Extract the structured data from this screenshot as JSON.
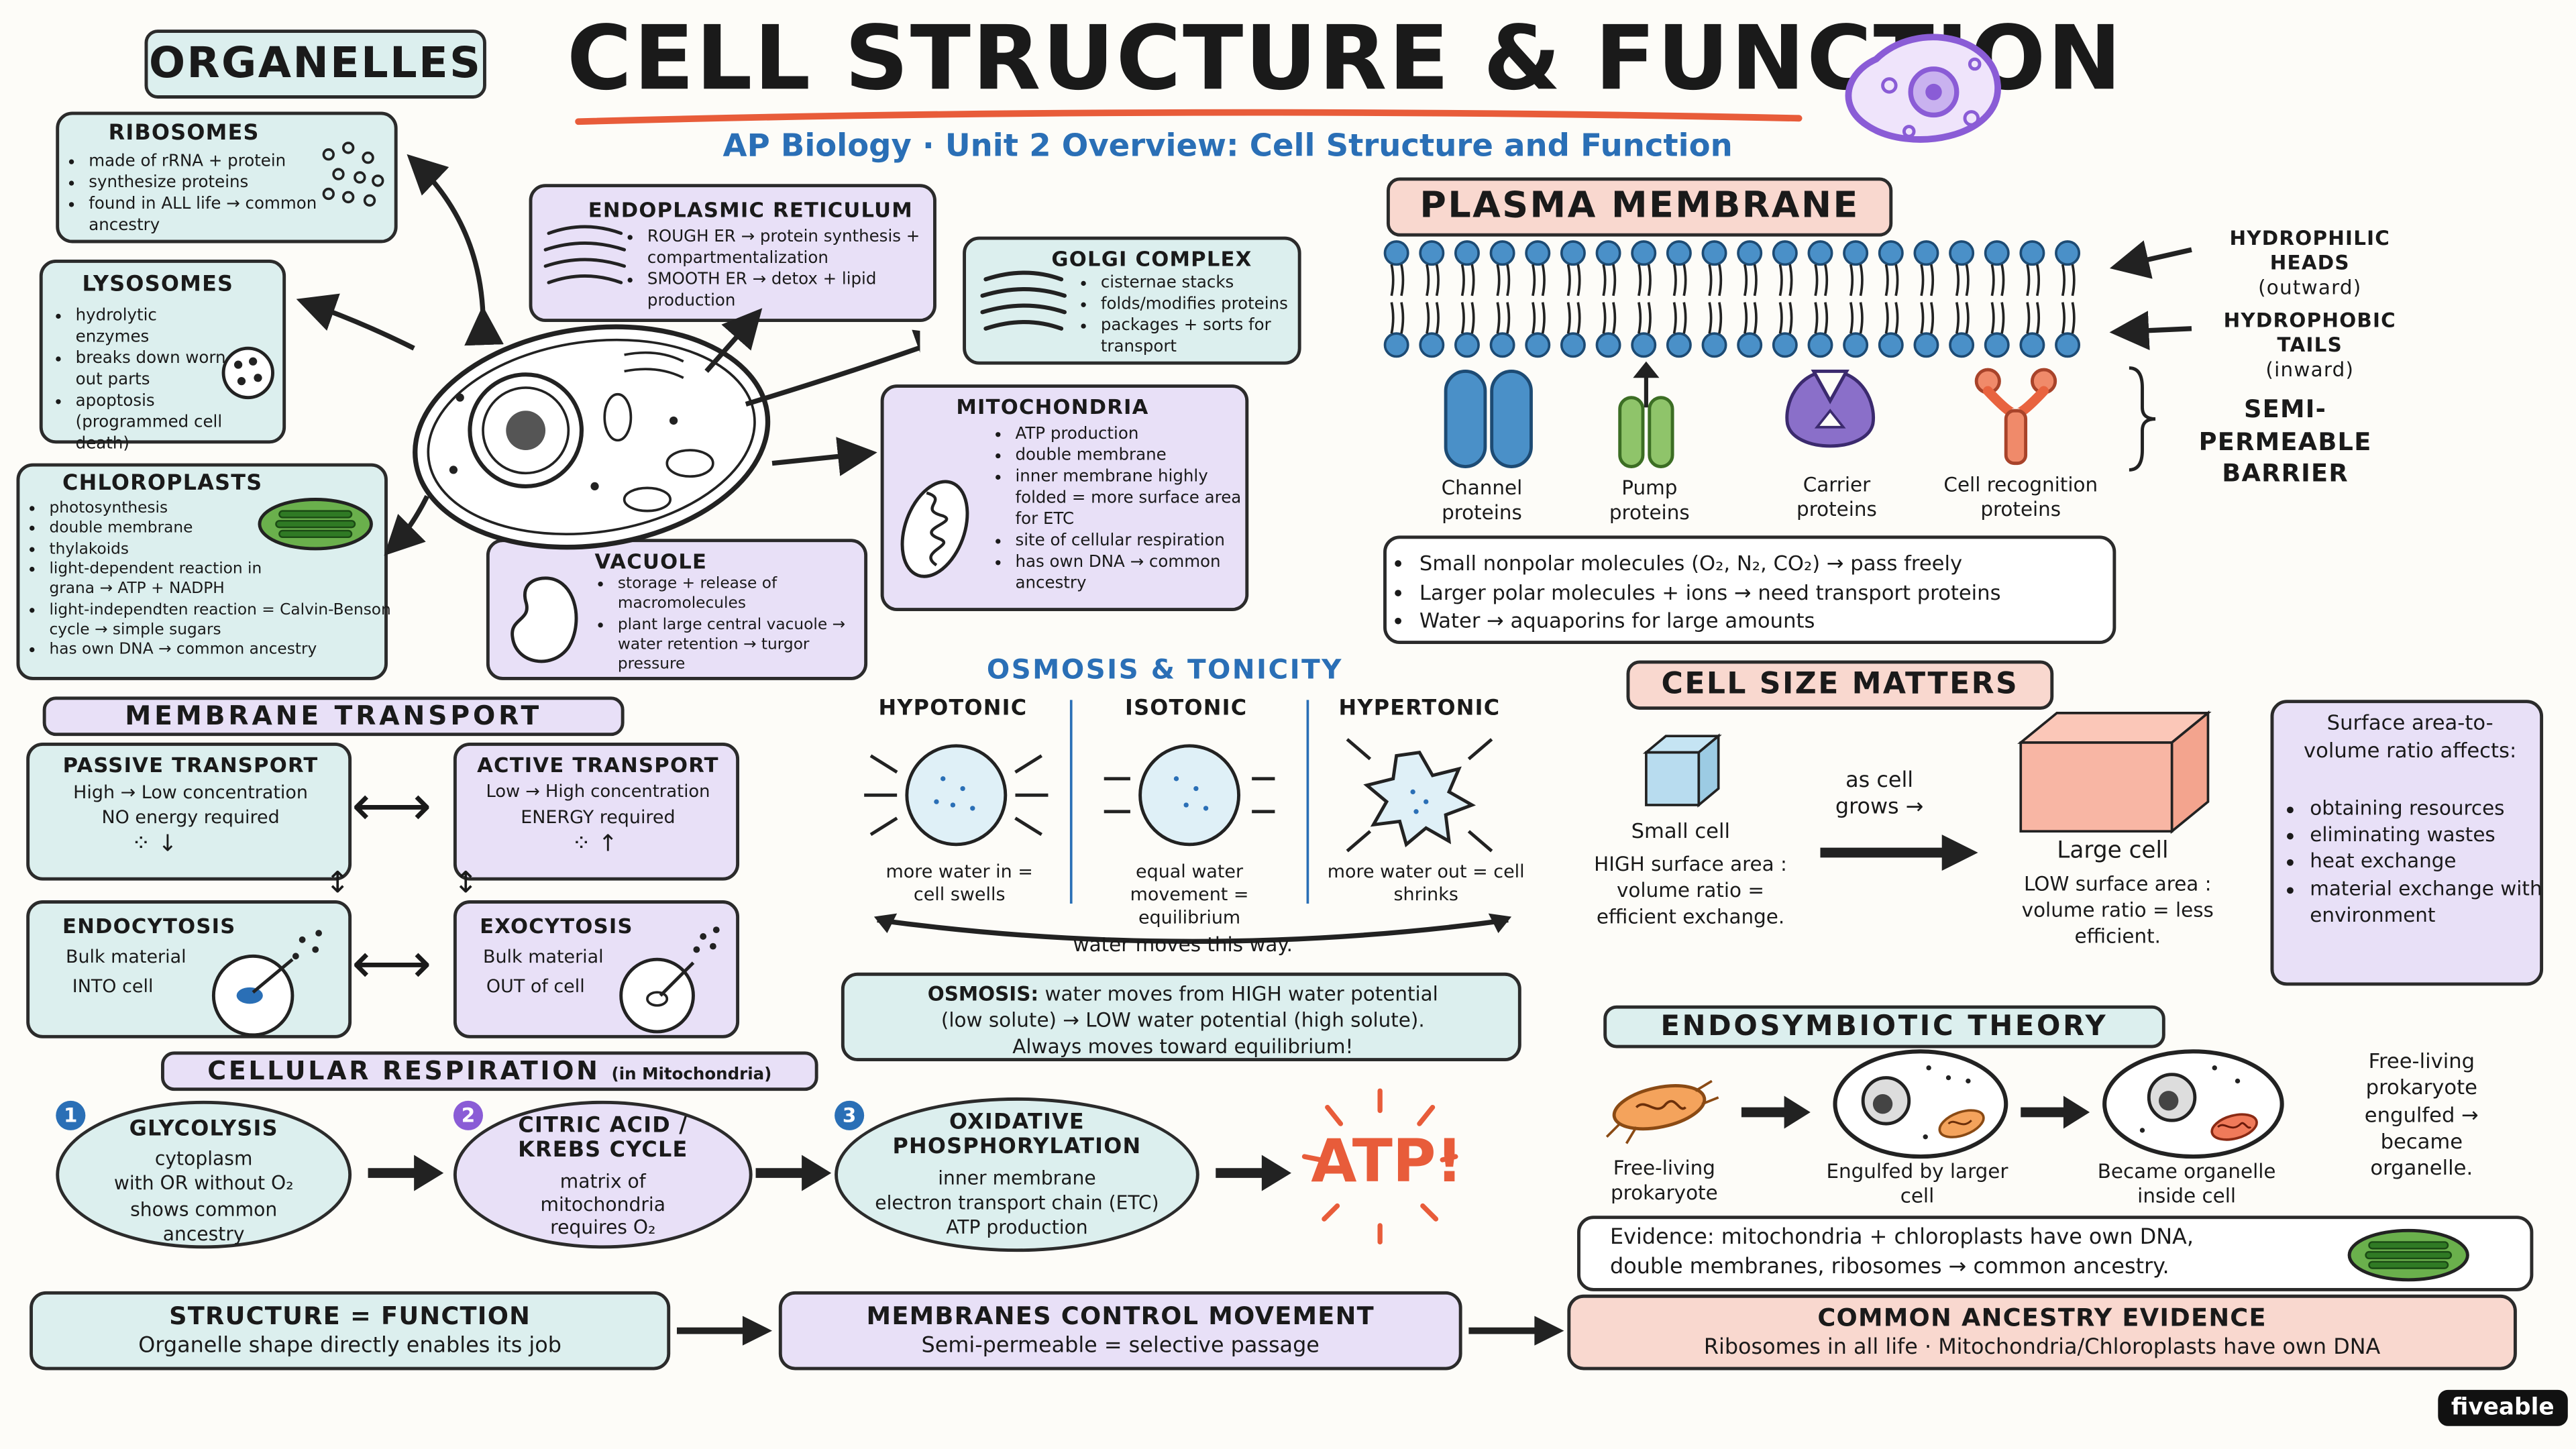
{
  "title": "CELL STRUCTURE & FUNCTION",
  "subtitle": "AP Biology · Unit 2 Overview: Cell Structure and Function",
  "organelles_header": "ORGANELLES",
  "ribosomes": {
    "title": "RIBOSOMES",
    "items": [
      "made of rRNA + protein",
      "synthesize proteins",
      "found in ALL life → common ancestry"
    ]
  },
  "lysosomes": {
    "title": "LYSOSOMES",
    "items": [
      "hydrolytic enzymes",
      "breaks down worn-out parts",
      "apoptosis (programmed cell death)"
    ]
  },
  "chloroplasts": {
    "title": "CHLOROPLASTS",
    "items": [
      "photosynthesis",
      "double membrane",
      "thylakoids",
      "light-dependent reaction in grana → ATP + NADPH",
      "light-independten reaction = Calvin-Benson cycle → simple sugars",
      "has own DNA → common ancestry"
    ]
  },
  "er": {
    "title": "ENDOPLASMIC RETICULUM",
    "items": [
      "ROUGH ER → protein synthesis + compartmentalization",
      "SMOOTH ER → detox + lipid production"
    ]
  },
  "golgi": {
    "title": "GOLGI COMPLEX",
    "items": [
      "cisternae stacks",
      "folds/modifies proteins",
      "packages + sorts for transport"
    ]
  },
  "mito": {
    "title": "MITOCHONDRIA",
    "items": [
      "ATP production",
      "double membrane",
      "inner membrane highly folded = more surface area for ETC",
      "site of cellular respiration",
      "has own DNA → common ancestry"
    ]
  },
  "vacuole": {
    "title": "VACUOLE",
    "items": [
      "storage + release of macromolecules",
      "plant large central vacuole → water retention → turgor pressure"
    ]
  },
  "plasma": {
    "header": "PLASMA MEMBRANE",
    "heads": "HYDROPHILIC HEADS",
    "heads_sub": "(outward)",
    "tails": "HYDROPHOBIC TAILS",
    "tails_sub": "(inward)",
    "barrier_1": "SEMI-PERMEABLE",
    "barrier_2": "BARRIER",
    "proteins": [
      "Channel proteins",
      "Pump proteins",
      "Carrier proteins",
      "Cell recognition proteins"
    ],
    "notes": [
      "Small nonpolar molecules (O₂, N₂, CO₂) → pass freely",
      "Larger polar molecules + ions → need transport proteins",
      "Water → aquaporins for large amounts"
    ]
  },
  "transport": {
    "header": "MEMBRANE TRANSPORT",
    "passive": {
      "title": "PASSIVE TRANSPORT",
      "l1": "High → Low concentration",
      "l2": "NO energy required"
    },
    "active": {
      "title": "ACTIVE TRANSPORT",
      "l1": "Low → High concentration",
      "l2": "ENERGY required"
    },
    "endo": {
      "title": "ENDOCYTOSIS",
      "l1": "Bulk material",
      "l2": "INTO cell"
    },
    "exo": {
      "title": "EXOCYTOSIS",
      "l1": "Bulk material",
      "l2": "OUT of cell"
    }
  },
  "osmosis": {
    "header": "OSMOSIS & TONICITY",
    "hypo": {
      "title": "HYPOTONIC",
      "desc": "more water in = cell swells"
    },
    "iso": {
      "title": "ISOTONIC",
      "desc": "equal water movement = equilibrium"
    },
    "hyper": {
      "title": "HYPERTONIC",
      "desc": "more water out = cell shrinks"
    },
    "arrow_label": "water moves this way.",
    "def_bold": "OSMOSIS:",
    "def_1": " water moves from HIGH water potential",
    "def_2": "(low solute) → LOW water potential (high solute).",
    "def_3": "Always moves toward equilibrium!"
  },
  "cellsize": {
    "header": "CELL SIZE MATTERS",
    "small": "Small cell",
    "small_desc": "HIGH surface area : volume ratio = efficient exchange.",
    "grows": "as cell grows →",
    "large": "Large cell",
    "large_desc": "LOW surface area : volume ratio = less efficient.",
    "ratio_title": "Surface area-to-volume ratio affects:",
    "ratio_items": [
      "obtaining resources",
      "eliminating wastes",
      "heat exchange",
      "material exchange with environment"
    ]
  },
  "respiration": {
    "header": "CELLULAR RESPIRATION",
    "header_sub": "(in Mitochondria)",
    "steps": [
      {
        "n": "1",
        "title": "GLYCOLYSIS",
        "l1": "cytoplasm",
        "l2": "with OR without O₂",
        "l3": "shows common",
        "l4": "ancestry"
      },
      {
        "n": "2",
        "title": "CITRIC ACID /",
        "title2": "KREBS CYCLE",
        "l1": "matrix of",
        "l2": "mitochondria",
        "l3": "requires O₂"
      },
      {
        "n": "3",
        "title": "OXIDATIVE",
        "title2": "PHOSPHORYLATION",
        "l1": "inner membrane",
        "l2": "electron transport chain (ETC)",
        "l3": "ATP production"
      }
    ],
    "atp": "ATP!"
  },
  "endosym": {
    "header": "ENDOSYMBIOTIC THEORY",
    "s1": "Free-living prokaryote",
    "s2": "Engulfed by larger cell",
    "s3": "Became organelle inside cell",
    "side": "Free-living prokaryote engulfed → became organelle.",
    "evidence_1": "Evidence: mitochondria + chloroplasts have own DNA,",
    "evidence_2": "double membranes, ribosomes → common ancestry."
  },
  "bottom": {
    "b1t": "STRUCTURE = FUNCTION",
    "b1s": "Organelle shape directly enables its job",
    "b2t": "MEMBRANES CONTROL MOVEMENT",
    "b2s": "Semi-permeable = selective passage",
    "b3t": "COMMON ANCESTRY EVIDENCE",
    "b3s": "Ribosomes in all life · Mitochondria/Chloroplasts have own DNA"
  },
  "brand": "fiveable",
  "colors": {
    "blue": "#dcefee",
    "lavender": "#e8e0f7",
    "pink": "#f9d8cf",
    "accent_blue": "#2a6fb6",
    "accent_red": "#e85c3a",
    "purple": "#8a5cd6"
  }
}
